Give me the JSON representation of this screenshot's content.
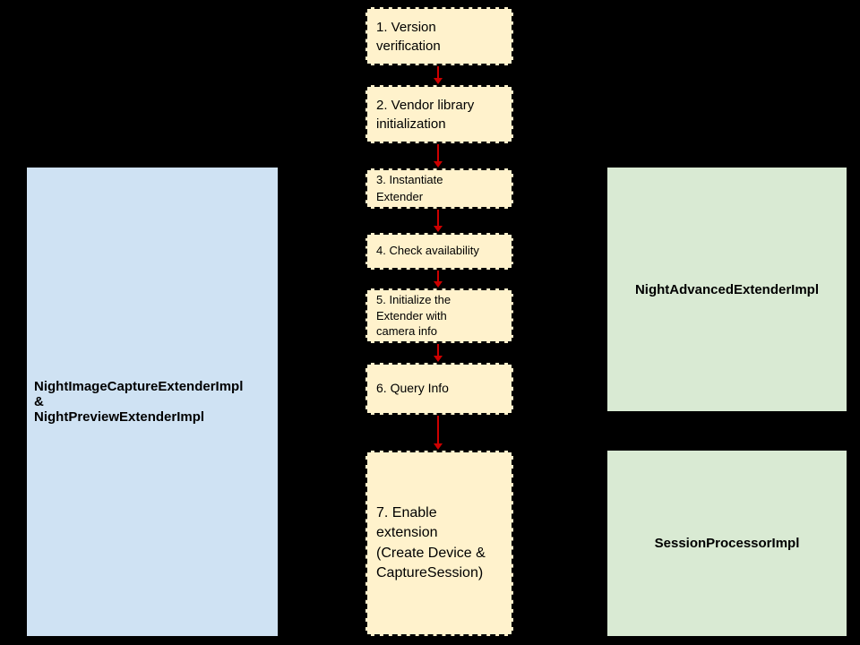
{
  "diagram": {
    "steps": [
      {
        "label": "1. Version\nverification"
      },
      {
        "label": "2. Vendor library\ninitialization"
      },
      {
        "label": "3. Instantiate\nExtender"
      },
      {
        "label": "4. Check availability"
      },
      {
        "label": "5. Initialize the\nExtender with\ncamera info"
      },
      {
        "label": "6. Query Info"
      },
      {
        "label": "7. Enable\nextension\n(Create Device &\nCaptureSession)"
      }
    ],
    "left_box": {
      "label": "NightImageCaptureExtenderImpl\n&\nNightPreviewExtenderImpl"
    },
    "right_boxes": [
      {
        "label": "NightAdvancedExtenderImpl"
      },
      {
        "label": "SessionProcessorImpl"
      }
    ],
    "colors": {
      "background": "#000000",
      "step_fill": "#fff2cc",
      "left_fill": "#cfe2f3",
      "right_fill": "#d9ead3",
      "arrow": "#cc0000",
      "border": "#000000"
    }
  }
}
